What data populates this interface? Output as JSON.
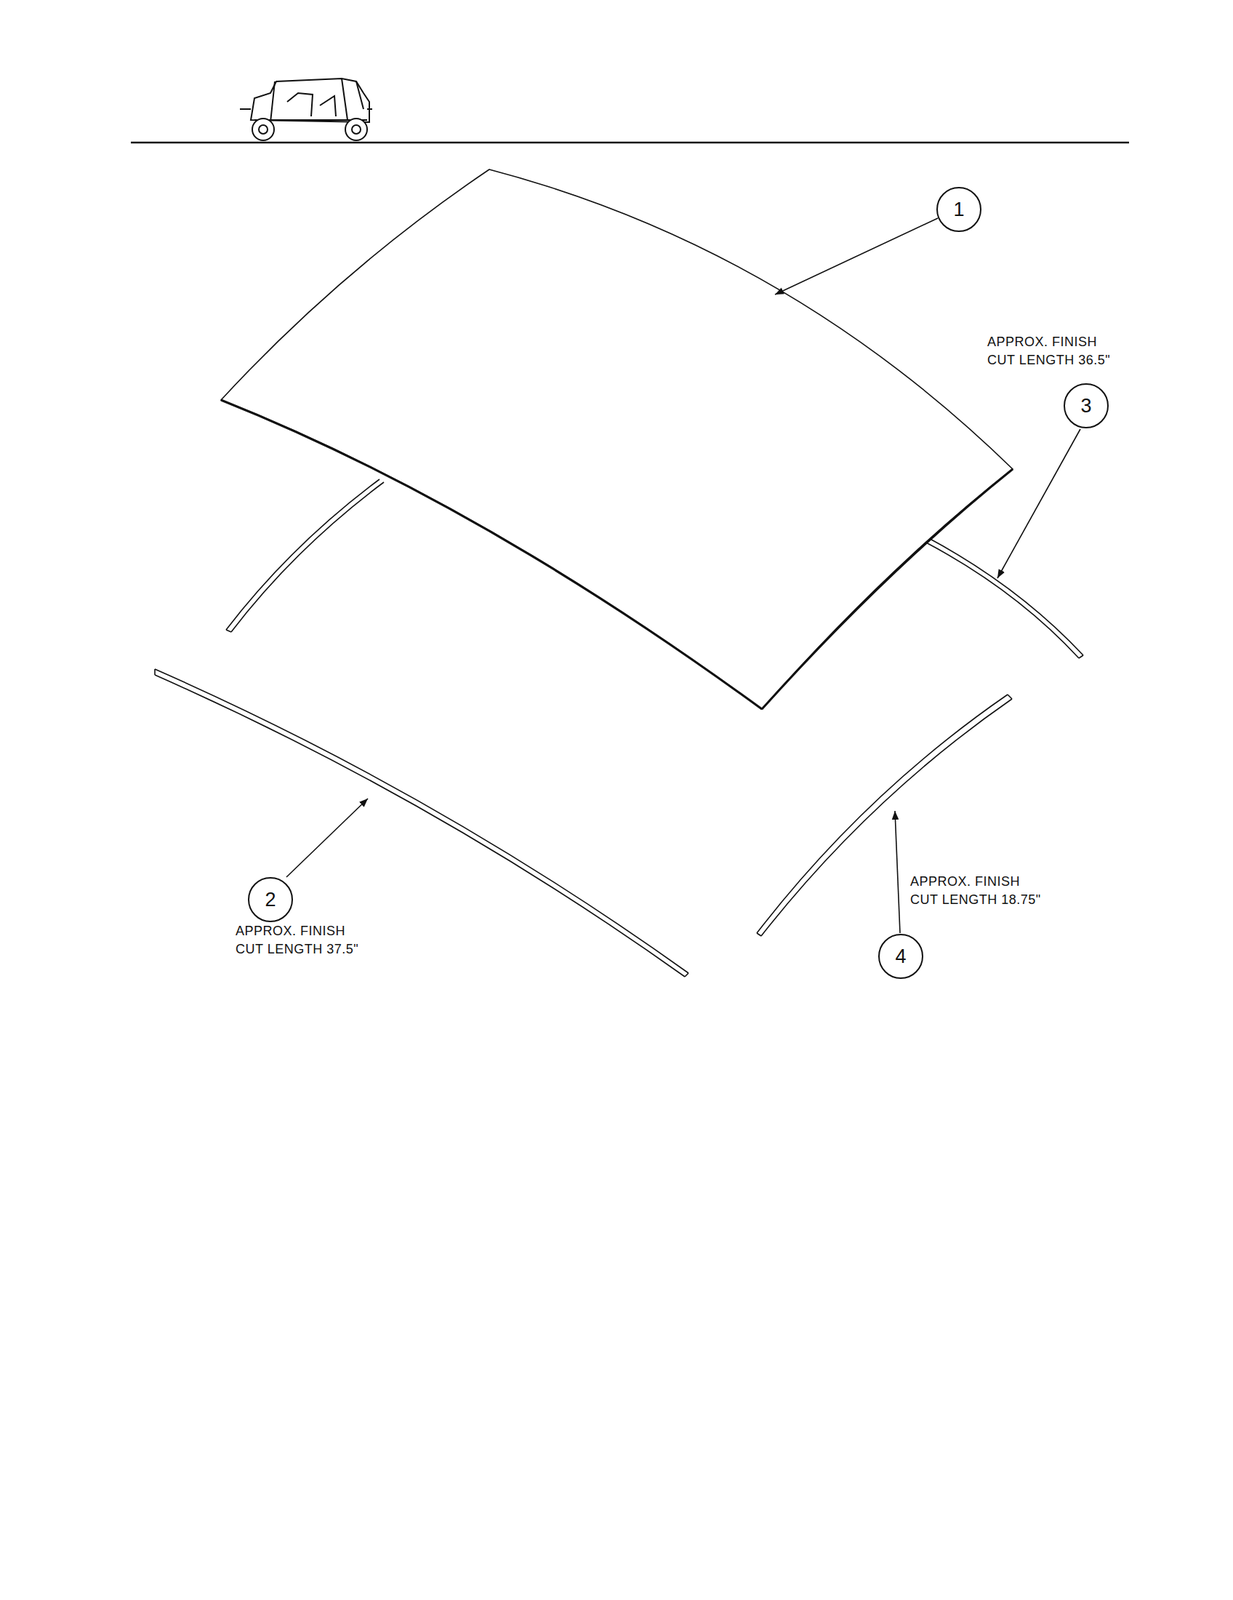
{
  "diagram": {
    "nodes": [
      {
        "text": [
          "1"
        ]
      },
      {
        "text": [
          "3"
        ]
      },
      {
        "text": [
          "2"
        ]
      },
      {
        "text": [
          "4"
        ]
      }
    ],
    "labels": [
      "APPROX. FINISH CUT LENGTH 36.5\"",
      "APPROX. FINISH CUT LENGTH 37.5\"",
      "APPROX. FINISH CUT LENGTH 18.75\""
    ]
  }
}
